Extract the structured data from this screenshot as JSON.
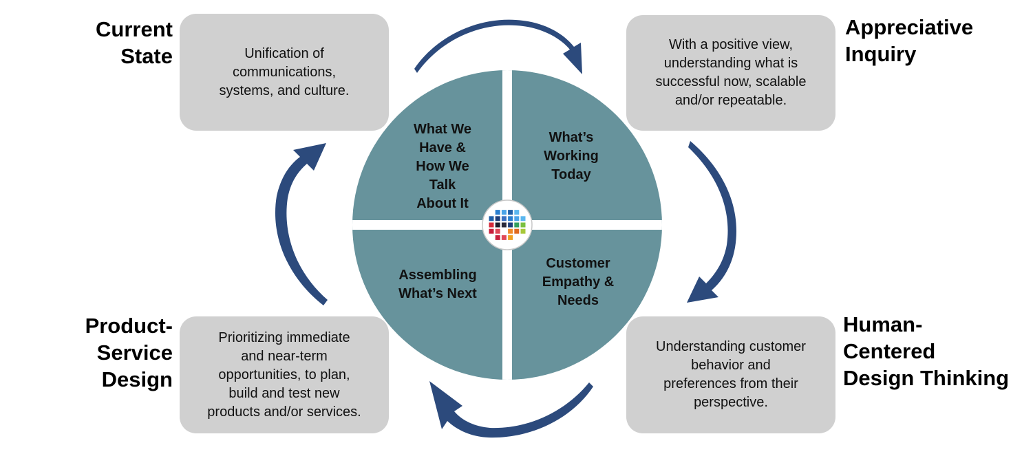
{
  "labels": {
    "current_state": "Current\nState",
    "appreciative_inquiry": "Appreciative\nInquiry",
    "human_centered": "Human-\nCentered\nDesign Thinking",
    "product_service": "Product-\nService\nDesign"
  },
  "boxes": {
    "current_state": "Unification of\ncommunications,\nsystems, and culture.",
    "appreciative_inquiry": "With a positive view,\nunderstanding what is\nsuccessful now, scalable\nand/or repeatable.",
    "human_centered": "Understanding customer\nbehavior and\npreferences from their\nperspective.",
    "product_service": "Prioritizing immediate\nand near-term\nopportunities, to plan,\nbuild and test new\nproducts and/or services."
  },
  "quadrants": {
    "top_left": "What We\nHave &\nHow We\nTalk\nAbout It",
    "top_right": "What’s\nWorking\nToday",
    "bottom_right": "Customer\nEmpathy &\nNeeds",
    "bottom_left": "Assembling\nWhat’s Next"
  },
  "colors": {
    "box": "#d0d0d0",
    "circle": "#67939c",
    "arrow": "#2c4a7c"
  },
  "logo_grid_colors": [
    "#ffffff",
    "#2a7fd0",
    "#4aa3e8",
    "#1f5fa8",
    "#5ab7f0",
    "#ffffff",
    "#1f5fa8",
    "#1e3e7a",
    "#3a6fc0",
    "#2a7fd0",
    "#4aa3e8",
    "#5ab7f0",
    "#d42a3a",
    "#1c1c2c",
    "#2a2a3a",
    "#1e3e7a",
    "#33a060",
    "#7ac040",
    "#c81e3c",
    "#e04858",
    "#ffffff",
    "#f08a2a",
    "#e06a20",
    "#a8c83a",
    "#ffffff",
    "#c81e3c",
    "#e04858",
    "#f0a020",
    "#ffffff",
    "#ffffff"
  ]
}
